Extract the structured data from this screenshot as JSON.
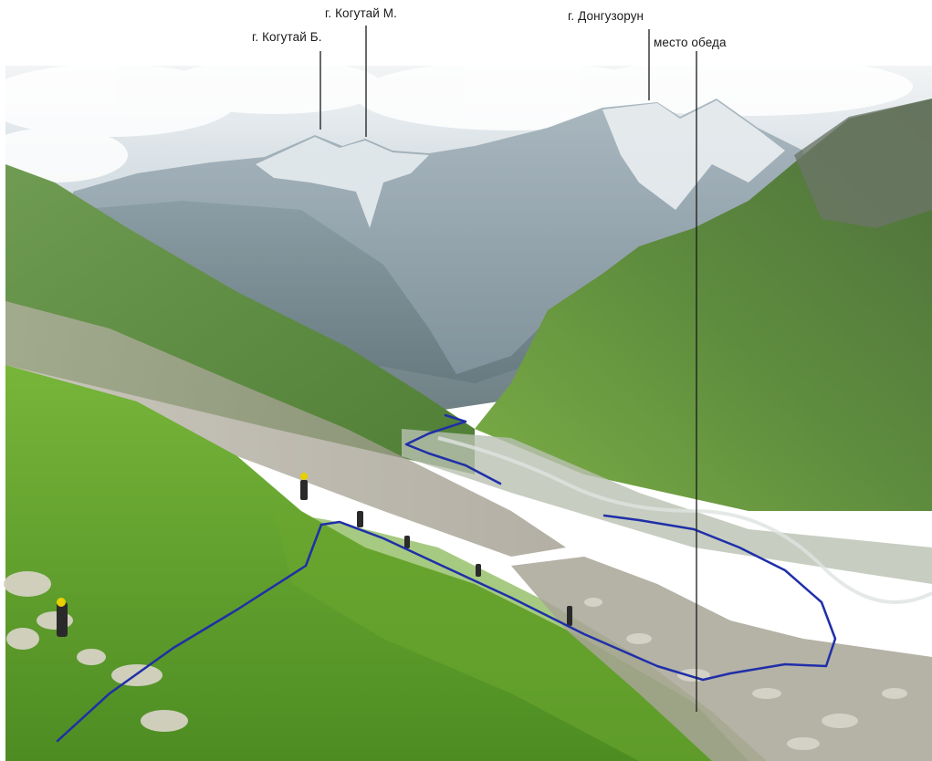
{
  "labels": {
    "peak_kogutai_b": "г. Когутай Б.",
    "peak_kogutai_m": "г. Когутай М.",
    "peak_donguzorun": "г. Донгузорун",
    "lunch_place": "место обеда"
  },
  "colors": {
    "route": "#1f2fa8",
    "pointer": "#1a1a1a",
    "sky": "#dfe6ec",
    "grass": "#5f9c2e"
  }
}
